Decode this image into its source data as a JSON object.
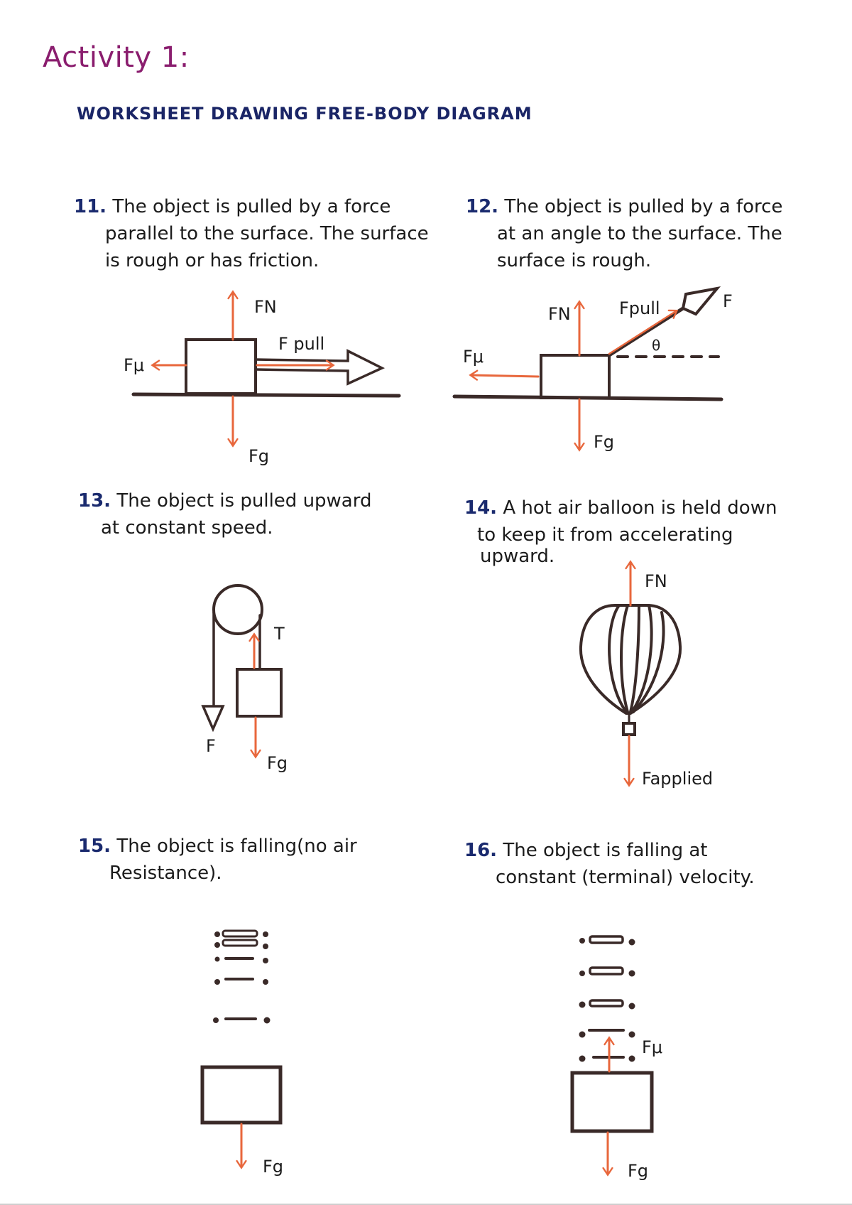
{
  "header": {
    "title": "Activity 1:",
    "subtitle": "WORKSHEET DRAWING FREE-BODY DIAGRAM"
  },
  "colors": {
    "title": "#8a1d6e",
    "number": "#1a2a6e",
    "ink": "#3a2a28",
    "force_arrow": "#e8673c"
  },
  "questions": [
    {
      "number": "11.",
      "lines": [
        "The object is pulled by a force",
        "parallel to the surface. The surface",
        "is rough or has friction."
      ],
      "labels": {
        "normal": "FN",
        "friction": "Fμ",
        "pull": "F pull",
        "gravity": "Fg"
      }
    },
    {
      "number": "12.",
      "lines": [
        "The object is pulled by a force",
        "at an angle to the surface. The",
        "surface is rough."
      ],
      "labels": {
        "normal": "FN",
        "friction": "Fμ",
        "pull": "Fpull",
        "applied": "F",
        "angle": "θ",
        "gravity": "Fg"
      }
    },
    {
      "number": "13.",
      "lines": [
        "The object is pulled upward",
        "at constant speed."
      ],
      "labels": {
        "tension": "T",
        "applied": "F",
        "gravity": "Fg"
      }
    },
    {
      "number": "14.",
      "lines": [
        "A hot air balloon is held down",
        "to keep it from accelerating",
        "upward."
      ],
      "labels": {
        "normal": "FN",
        "applied": "Fapplied"
      }
    },
    {
      "number": "15.",
      "lines": [
        "The object is falling(no air",
        "Resistance)."
      ],
      "labels": {
        "gravity": "Fg"
      }
    },
    {
      "number": "16.",
      "lines": [
        "The object is falling at",
        "constant (terminal) velocity."
      ],
      "labels": {
        "friction": "Fμ",
        "gravity": "Fg"
      }
    }
  ]
}
